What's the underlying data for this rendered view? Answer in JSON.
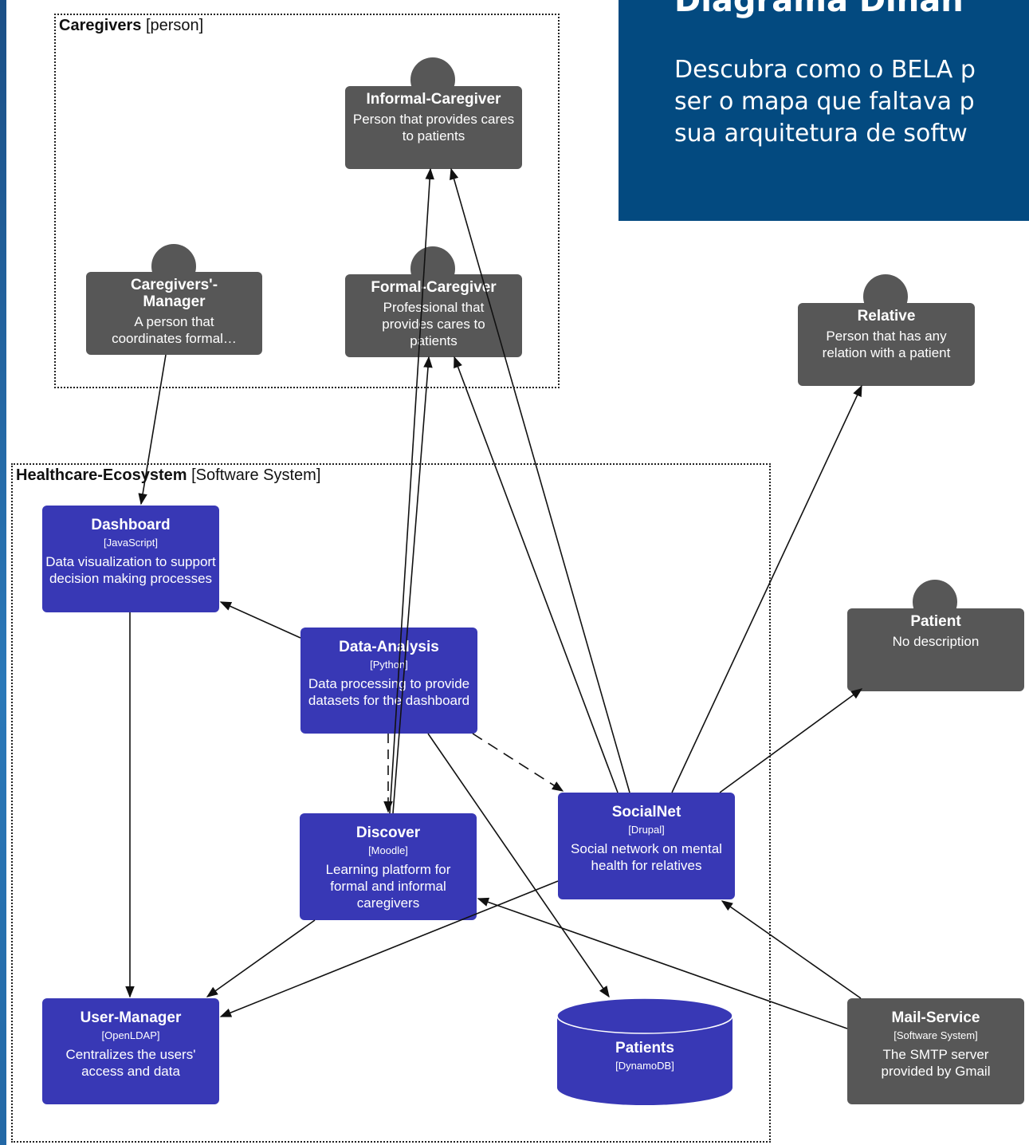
{
  "banner": {
    "title": "Diagrama Dinân",
    "lines": [
      "Descubra como o BELA p",
      "ser o mapa que faltava p",
      "sua arquitetura de softw"
    ]
  },
  "boundaries": {
    "caregivers": {
      "name": "Caregivers",
      "type": "[person]"
    },
    "ecosystem": {
      "name": "Healthcare-Ecosystem",
      "type": "[Software System]"
    }
  },
  "nodes": {
    "informal_caregiver": {
      "name": "Informal-Caregiver",
      "desc": "Person that provides cares to patients"
    },
    "caregivers_manager": {
      "name": "Caregivers'-Manager",
      "desc": "A person that coordinates formal…"
    },
    "formal_caregiver": {
      "name": "Formal-Caregiver",
      "desc": "Professional that provides cares to patients"
    },
    "relative": {
      "name": "Relative",
      "desc": "Person that has any relation with a patient"
    },
    "patient": {
      "name": "Patient",
      "desc": "No description"
    },
    "dashboard": {
      "name": "Dashboard",
      "tech": "[JavaScript]",
      "desc": "Data visualization to support decision making processes"
    },
    "data_analysis": {
      "name": "Data-Analysis",
      "tech": "[Python]",
      "desc": "Data processing to provide datasets for the dashboard"
    },
    "discover": {
      "name": "Discover",
      "tech": "[Moodle]",
      "desc": "Learning platform for formal and informal caregivers"
    },
    "socialnet": {
      "name": "SocialNet",
      "tech": "[Drupal]",
      "desc": "Social network on mental health for relatives"
    },
    "user_manager": {
      "name": "User-Manager",
      "tech": "[OpenLDAP]",
      "desc": "Centralizes the users' access and data"
    },
    "patients_db": {
      "name": "Patients",
      "tech": "[DynamoDB]"
    },
    "mail_service": {
      "name": "Mail-Service",
      "tech": "[Software System]",
      "desc": "The SMTP server provided by Gmail"
    }
  },
  "colors": {
    "person": "#575757",
    "container": "#3838b5",
    "banner": "#034a80"
  }
}
